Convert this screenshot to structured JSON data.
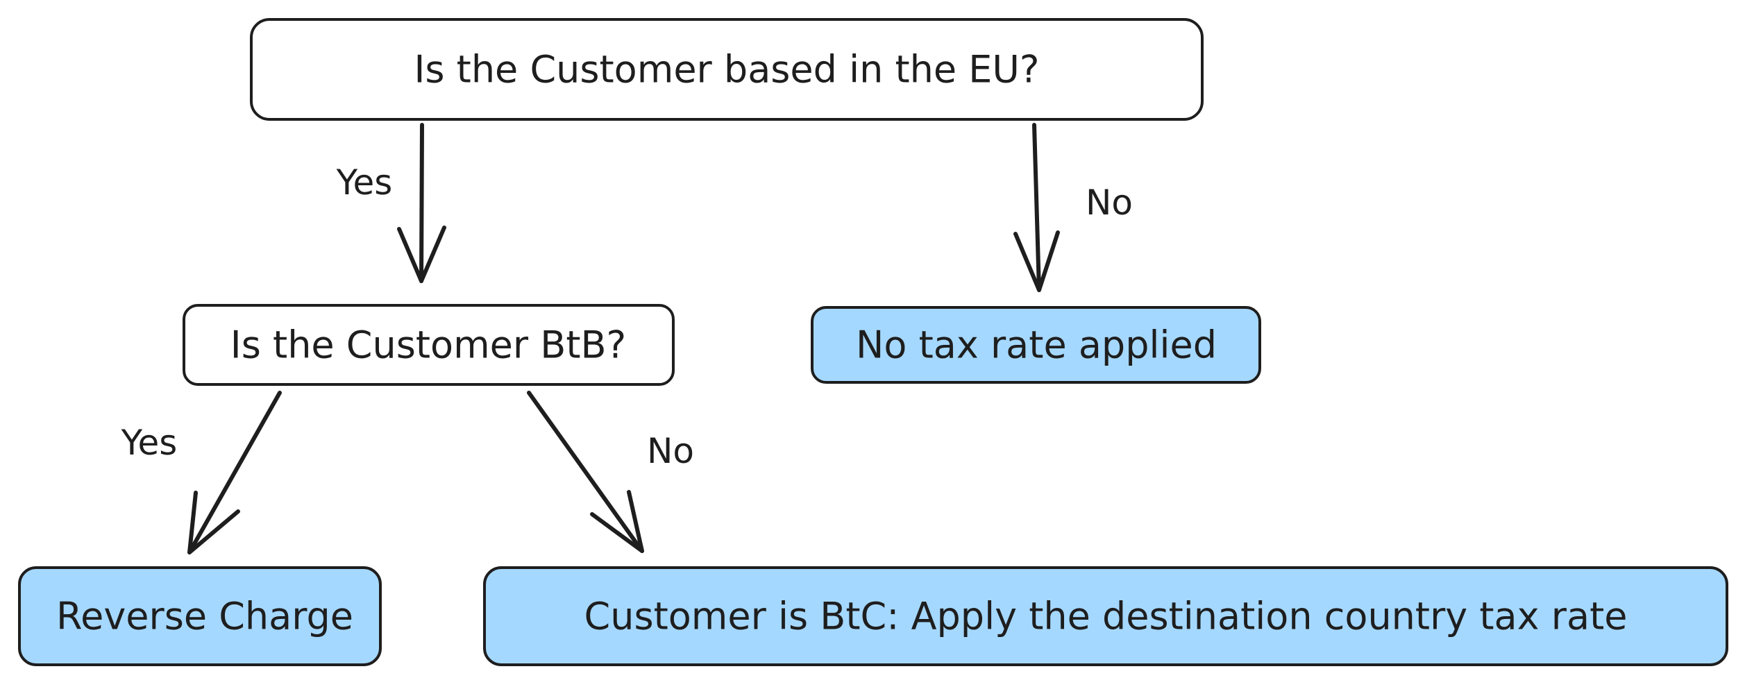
{
  "colors": {
    "stroke": "#1e1e1e",
    "decision_fill": "#ffffff",
    "outcome_fill": "#a5d8ff"
  },
  "nodes": {
    "q_eu": {
      "text": "Is the Customer based in the EU?",
      "kind": "decision"
    },
    "q_btb": {
      "text": "Is the Customer BtB?",
      "kind": "decision"
    },
    "no_tax": {
      "text": "No tax rate applied",
      "kind": "outcome"
    },
    "reverse_charge": {
      "text": "Reverse Charge",
      "kind": "outcome"
    },
    "btc_destination": {
      "text": "Customer is BtC: Apply the destination country tax rate",
      "kind": "outcome"
    }
  },
  "edges": {
    "eu_yes": {
      "label": "Yes",
      "from": "q_eu",
      "to": "q_btb"
    },
    "eu_no": {
      "label": "No",
      "from": "q_eu",
      "to": "no_tax"
    },
    "btb_yes": {
      "label": "Yes",
      "from": "q_btb",
      "to": "reverse_charge"
    },
    "btb_no": {
      "label": "No",
      "from": "q_btb",
      "to": "btc_destination"
    }
  }
}
